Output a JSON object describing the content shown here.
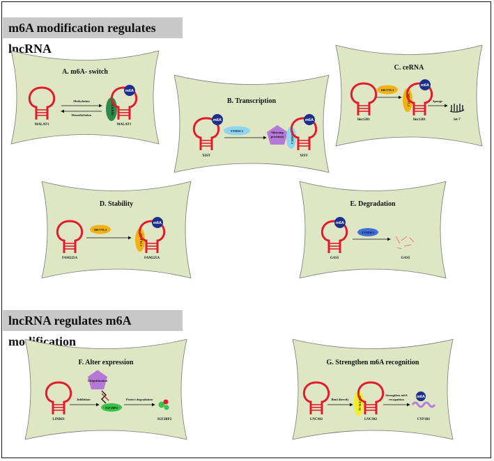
{
  "headers": {
    "top": "m6A modification regulates  lncRNA",
    "bottom": "lncRNA regulates  m6A modification"
  },
  "colors": {
    "panel_fill": "#dfe6c4",
    "rna": "#e21b2c",
    "m6a": "#1d2f8c",
    "ythdc1": "#8ed6ef",
    "mettl3": "#f2b312",
    "alkbh5": "#2d8a4c",
    "mettl14": "#f2ee2a",
    "ythdf3": "#3f6fd8",
    "silencing": "#b678d6",
    "igf2bp2": "#39c24a",
    "cyp1b1": "#b67dde"
  },
  "panels": {
    "a": {
      "title": "A. m6A- switch",
      "rna_left": "MALAT1",
      "rna_right": "MALAT1",
      "arrow_top": "Methylation",
      "arrow_bottom": "Demethylation",
      "enzyme": "ALKBH5",
      "mark": "m6A"
    },
    "b": {
      "title": "B. Transcription",
      "rna_left": "XIST",
      "rna_right": "XIST",
      "reader": "YTHDC1",
      "reader2": "YTHDC1",
      "silencing_1": "Silencing",
      "silencing_2": "protein(s)",
      "mark_left": "m6A",
      "mark_right": "m6A"
    },
    "c": {
      "title": "C. ceRNA",
      "rna_left": "linc1281",
      "rna_right": "linc1281",
      "writer": "METTL3",
      "writer2": "METTL3",
      "arrow": "Sponge",
      "target": "let-7",
      "mark": "m6A"
    },
    "d": {
      "title": "D. Stability",
      "rna_left": "FAM225A",
      "rna_right": "FAM225A",
      "writer": "METTL3",
      "writer2": "METTL3",
      "mark": "m6A"
    },
    "e": {
      "title": "E. Degradation",
      "rna_left": "GAS5",
      "rna_right": "GAS5",
      "reader": "YTHDF3",
      "mark": "m6A"
    },
    "f": {
      "title": "F. Alter expression",
      "rna_left": "LINRIS",
      "arrow1": "Inhibition",
      "arrow2": "Protect degradation",
      "protein": "IGF2BP2",
      "protein_right": "IGF2BP2",
      "ubiquitination": "Ubiquitination"
    },
    "g": {
      "title": "G. Strengthen m6A recognition",
      "rna_left": "LNC942",
      "rna_right": "LNC942",
      "arrow1": "Bind  directly",
      "arrow2_1": "Strengthen m6A",
      "arrow2_2": "recognition",
      "writer": "METTL14",
      "target": "CYP1B1",
      "mark": "m6A"
    }
  }
}
